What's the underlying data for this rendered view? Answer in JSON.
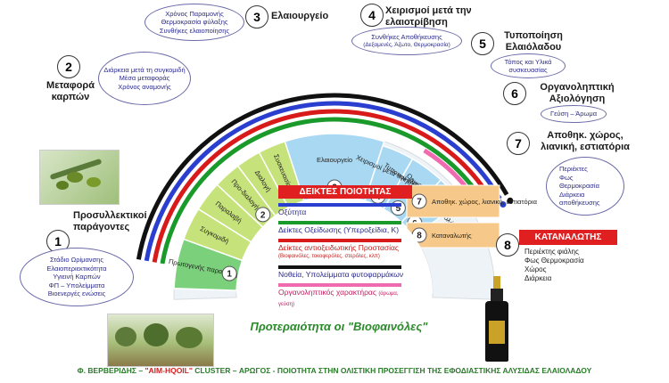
{
  "stages": [
    {
      "id": "1",
      "title": "Προσυλλεκτικοί παράγοντες",
      "details": [
        "Στάδιο Ωρίμανσης",
        "Ελαιοπεριεκτικότητα",
        "Υγιεινή Καρπών",
        "ΦΠ – Υπολείμματα",
        "Βιοενεργές ενώσεις"
      ]
    },
    {
      "id": "2",
      "title": "Μεταφορά καρπών",
      "details": [
        "Διάρκεια μετά τη συγκομιδή",
        "Μέσα μεταφοράς",
        "Χρόνος αναμονής"
      ]
    },
    {
      "id": "3",
      "title": "Ελαιουργείο",
      "details": [
        "Χρόνος Παραμονής",
        "Θερμοκρασία φύλαξης",
        "Συνθήκες ελαιοποίησης"
      ]
    },
    {
      "id": "4",
      "title": "Χειρισμοί μετά την ελαιοτρίβηση",
      "details": [
        "Συνθήκες Αποθήκευσης",
        "(Δεξαμενές, Άζωτο, Θερμοκρασία)"
      ]
    },
    {
      "id": "5",
      "title": "Τυποποίηση Ελαιόλαδου",
      "details": [
        "Τόπος και Υλικά συσκευασίας"
      ]
    },
    {
      "id": "6",
      "title": "Οργανοληπτική Αξιολόγηση",
      "details": [
        "Γεύση – Άρωμα"
      ]
    },
    {
      "id": "7",
      "title": "Αποθηκ. χώρος, λιανική, εστιατόρια",
      "details": [
        "Περιέκτες",
        "Φως",
        "Θερμοκρασία",
        "Διάρκεια αποθήκευσης"
      ]
    },
    {
      "id": "8",
      "title": "ΚΑΤΑΝΑΛΩΤΗΣ",
      "details": [
        "Περιέκτης φιάλης",
        "Φως Θερμοκρασία",
        "Χώρος",
        "Διάρκεια"
      ]
    }
  ],
  "wheel": {
    "inner_labels": [
      {
        "text": "Πρωτογενής παραγωγή",
        "num": "1"
      },
      {
        "text": "Συγκομιδή",
        "num": ""
      },
      {
        "text": "Παραλαβή",
        "num": ""
      },
      {
        "text": "Προ-διαλογή",
        "num": "2"
      },
      {
        "text": "Διαλογή",
        "num": ""
      },
      {
        "text": "Συσκευασία",
        "num": ""
      },
      {
        "text": "Ελαιουργείο",
        "num": "3"
      },
      {
        "text": "Χειρισμοί μετά την ελαιοτρίβηση",
        "num": "4"
      },
      {
        "text": "Τυποποίηση Ελαιόλαδου",
        "num": "5"
      },
      {
        "text": "Οργανοληπτική Αξιολόγηση",
        "num": "6"
      }
    ],
    "right_blocks": [
      {
        "text": "Αποθηκ. χώρος, λιανική, εστιατόρια",
        "num": "7"
      },
      {
        "text": "Καταναλωτής",
        "num": "8"
      }
    ]
  },
  "legend": {
    "title": "ΔΕΙΚΤΕΣ ΠΟΙΟΤΗΤΑΣ",
    "items": [
      {
        "label": "Οξύτητα",
        "sub": "",
        "color": "#2a3fd0"
      },
      {
        "label": "Δείκτες Οξείδωσης (Υπεροξείδια, Κ)",
        "sub": "",
        "color": "#1a9a2a"
      },
      {
        "label": "Δείκτες αντιοξειδωτικής Προστασίας",
        "sub": "(Βιοφαινόλες, τοκοφερόλες, στερόλες, κλπ)",
        "color": "#d81a1a"
      },
      {
        "label": "Νοθεία, Υπολείμματα φυτοφαρμάκων",
        "sub": "",
        "color": "#111111"
      },
      {
        "label": "Οργανοληπτικός χαρακτήρας",
        "sub": "(άρωμα, γεύση)",
        "color": "#f06ab0"
      }
    ]
  },
  "priority_text": "Προτεραιότητα οι \"Βιοφαινόλες\"",
  "footer": {
    "author": "Φ. ΒΕΡΒΕΡΙΔΗΣ –",
    "project": "\"AIM-HQOIL\"",
    "rest": "CLUSTER – ΑΡΩΓΟΣ - ΠΟΙΟΤΗΤΑ ΣΤΗΝ ΟΛΙΣΤΙΚΗ ΠΡΟΣΕΓΓΙΣΗ ΤΗΣ ΕΦΟΔΙΑΣΤΙΚΗΣ ΑΛΥΣΙΔΑΣ ΕΛΑΙΟΛΑΔΟΥ"
  },
  "colors": {
    "green_band": "#c6e27a",
    "blue_band": "#a9d8f2",
    "orange_block": "#f6c98a",
    "primary_green": "#7bd07b"
  }
}
